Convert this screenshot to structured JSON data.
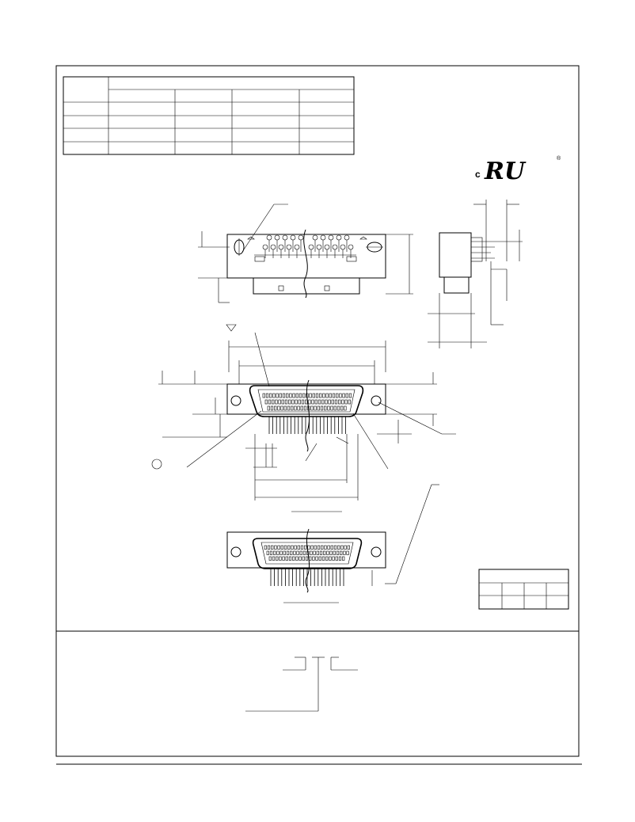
{
  "certification": {
    "mark_letters": "RU",
    "prefix": "c",
    "registered": "®"
  },
  "spec_table": {
    "rows": 4,
    "value_columns": 4
  },
  "pin_count_table": {
    "rows": 2,
    "columns": 4
  },
  "symbols": {
    "datum_triangle": "datum-triangle-icon",
    "datum_circle": "datum-circle-icon"
  }
}
